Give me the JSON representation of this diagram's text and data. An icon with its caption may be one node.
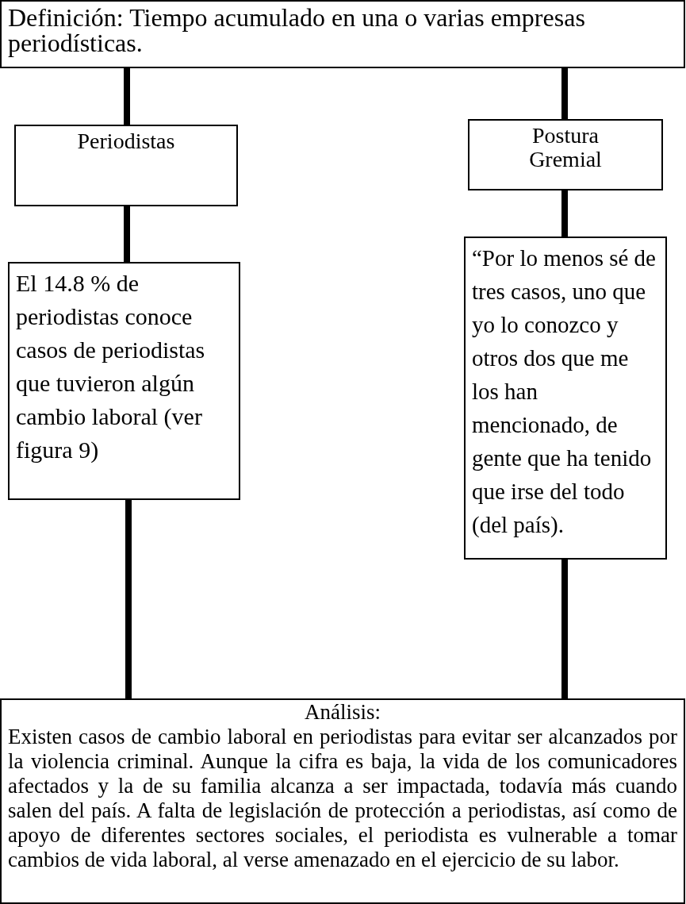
{
  "diagram": {
    "nodes": [
      {
        "text": [
          "Definición: Tiempo acumulado en una o varias empresas periodísticas."
        ]
      },
      {
        "text": [
          "Periodistas"
        ]
      },
      {
        "text": [
          "Postura Gremial"
        ]
      },
      {
        "text": [
          "El 14.8 % de periodistas conoce casos de periodistas que tuvieron algún cambio laboral (ver figura 9)"
        ]
      },
      {
        "text": [
          "“Por lo menos sé de tres casos, uno que yo lo conozco y otros dos que me los han mencionado, de gente que ha tenido que irse del todo (del país)."
        ]
      },
      {
        "text": [
          "Análisis:",
          "Existen casos de cambio laboral en periodistas para evitar ser alcanzados por la violencia criminal. Aunque la cifra es baja, la vida de los comunicadores afectados y la de su familia alcanza a ser impactada, todavía más cuando salen del país. A falta de legislación de protección a periodistas, así como de apoyo de diferentes sectores sociales, el periodista es vulnerable a tomar cambios de vida laboral, al verse amenazado en el ejercicio de su labor."
        ]
      }
    ],
    "edges": [
      {
        "from": 0,
        "to": 1,
        "arrow": "none"
      },
      {
        "from": 0,
        "to": 2,
        "arrow": "none"
      },
      {
        "from": 1,
        "to": 3,
        "arrow": "none"
      },
      {
        "from": 2,
        "to": 4,
        "arrow": "none"
      },
      {
        "from": 3,
        "to": 5,
        "arrow": "none"
      },
      {
        "from": 4,
        "to": 5,
        "arrow": "none"
      }
    ]
  }
}
